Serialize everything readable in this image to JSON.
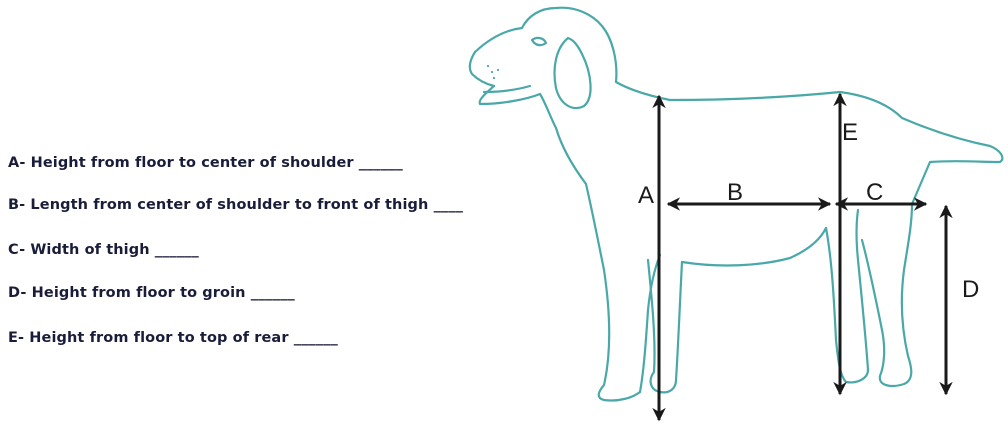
{
  "measurements": [
    {
      "id": "A",
      "text": "A- Height from floor to center of shoulder ______"
    },
    {
      "id": "B",
      "text": "B- Length from center of shoulder to front of thigh ____"
    },
    {
      "id": "C",
      "text": "C- Width of thigh ______"
    },
    {
      "id": "D",
      "text": "D- Height from floor to groin ______"
    },
    {
      "id": "E",
      "text": "E- Height from floor to top of rear ______"
    }
  ],
  "diagram": {
    "labels": {
      "a": "A",
      "b": "B",
      "c": "C",
      "d": "D",
      "e": "E"
    }
  },
  "colors": {
    "dog_outline": "#4aa8a8",
    "arrow": "#1a1a1a",
    "text": "#1a1d3a"
  },
  "icons": [
    "dog-outline-icon"
  ]
}
